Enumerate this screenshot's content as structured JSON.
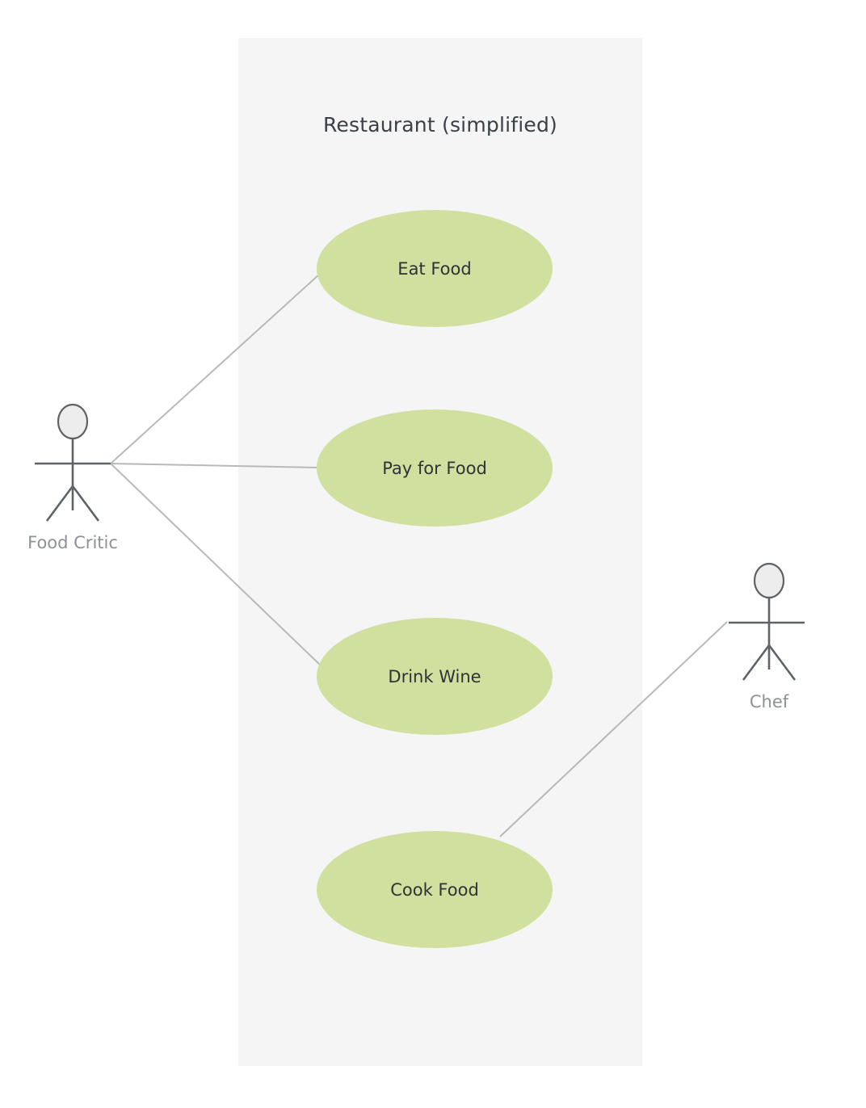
{
  "diagram": {
    "type": "uml-use-case-diagram",
    "title": "Restaurant (simplified)",
    "background_color": "#ffffff",
    "boundary_fill": "#f5f5f5",
    "use_case_fill": "#d0e09f",
    "use_case_text_color": "#2f3337",
    "actor_stroke": "#5e6367",
    "actor_head_fill": "#ededed",
    "actor_label_color": "#8e9196",
    "connector_color": "#b9b9b9"
  },
  "system": {
    "name": "Restaurant (simplified)"
  },
  "use_cases": [
    {
      "id": "eat-food",
      "label": "Eat Food"
    },
    {
      "id": "pay-for-food",
      "label": "Pay for Food"
    },
    {
      "id": "drink-wine",
      "label": "Drink Wine"
    },
    {
      "id": "cook-food",
      "label": "Cook Food"
    }
  ],
  "actors": [
    {
      "id": "food-critic",
      "label": "Food Critic",
      "side": "left"
    },
    {
      "id": "chef",
      "label": "Chef",
      "side": "right"
    }
  ],
  "associations": [
    {
      "actor": "Food Critic",
      "use_case": "Eat Food"
    },
    {
      "actor": "Food Critic",
      "use_case": "Pay for Food"
    },
    {
      "actor": "Food Critic",
      "use_case": "Drink Wine"
    },
    {
      "actor": "Chef",
      "use_case": "Cook Food"
    }
  ]
}
